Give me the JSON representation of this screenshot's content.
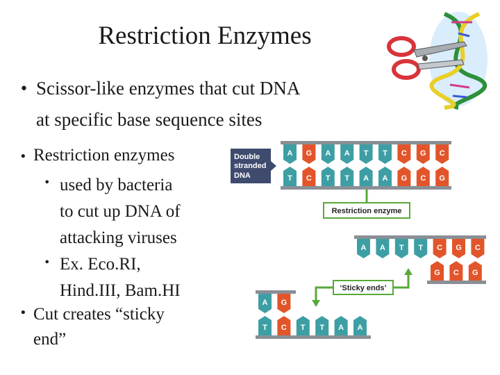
{
  "slide": {
    "title": "Restriction Enzymes",
    "bullets": [
      {
        "line1": "Scissor-like enzymes that cut DNA",
        "line2": "at specific base sequence sites"
      },
      {
        "line1": "Restriction enzymes"
      }
    ],
    "sub_bullets": [
      {
        "lines": [
          "used by bacteria",
          "to cut up DNA of",
          "attacking viruses"
        ]
      },
      {
        "lines": [
          "Ex. Eco.RI,",
          "Hind.III, Bam.HI"
        ]
      }
    ],
    "last_bullet": {
      "line1": "Cut creates “sticky",
      "line2": "end”"
    },
    "bullet_char": "•"
  },
  "diagram": {
    "label_ds_line1": "Double",
    "label_ds_line2": "stranded",
    "label_ds_line3": "DNA",
    "label_enzyme": "Restriction enzyme",
    "label_sticky": "‘Sticky ends’",
    "top_strand": [
      "A",
      "G",
      "A",
      "A",
      "T",
      "T",
      "C",
      "G",
      "C"
    ],
    "bottom_strand": [
      "T",
      "C",
      "T",
      "T",
      "A",
      "A",
      "G",
      "C",
      "G"
    ],
    "right_fragment_top": [
      "A",
      "A",
      "T",
      "T",
      "C",
      "G",
      "C"
    ],
    "right_fragment_bottom": [
      "G",
      "C",
      "G"
    ],
    "left_fragment_top": [
      "A",
      "G"
    ],
    "left_fragment_bottom": [
      "T",
      "C",
      "T",
      "T",
      "A",
      "A"
    ],
    "colors": {
      "A": "#3d9fa4",
      "T": "#3d9fa4",
      "G": "#e2552a",
      "C": "#e2552a",
      "backbone": "#8a8f96",
      "label_box": "#3e4a6e",
      "arrow": "#58a83a"
    }
  },
  "clipart": {
    "name": "scissors-cutting-dna"
  }
}
